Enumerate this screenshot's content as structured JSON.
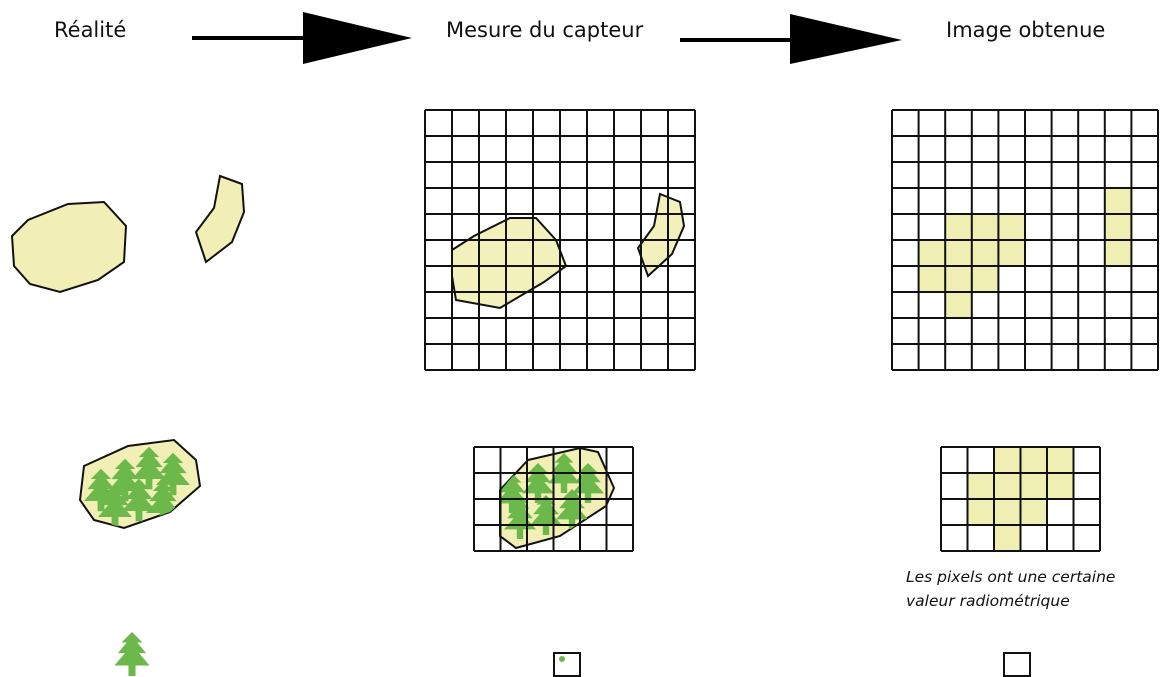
{
  "stages": {
    "reality": "Réalité",
    "sensor": "Mesure du capteur",
    "image": "Image obtenue"
  },
  "caption": {
    "line1": "Les pixels ont une certaine",
    "line2": "valeur radiométrique"
  },
  "colors": {
    "polygon_fill": "#f1efb5",
    "pixel_fill": "#efeeb3",
    "tree_green": "#6cb84a",
    "outline": "#111111"
  },
  "icons": {
    "tree": "tree-icon",
    "pixel_with_point": "pixel-with-point-icon",
    "empty_pixel": "empty-pixel-icon"
  }
}
